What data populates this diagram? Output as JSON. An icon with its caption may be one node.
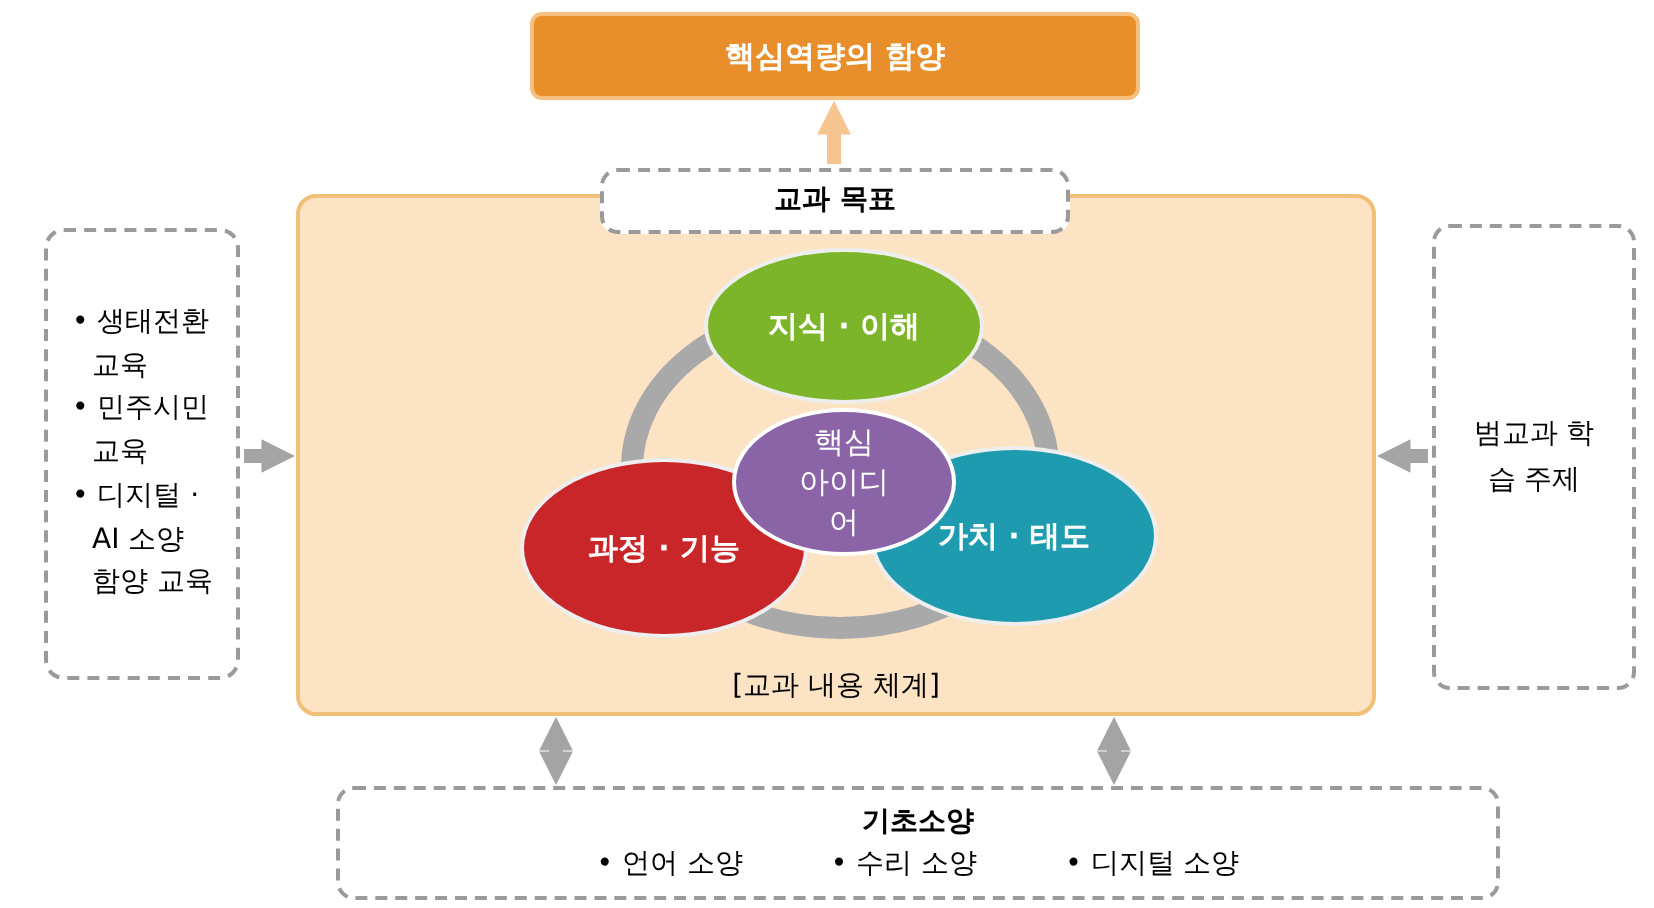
{
  "diagram": {
    "nodes": [
      {
        "text": [
          "핵심역량의 함양"
        ]
      },
      {
        "text": [
          "교과 목표"
        ]
      },
      {
        "text": [
          "• 생태전환 교육",
          "• 민주시민 교육",
          "• 디지털 · AI 소양 함양 교육"
        ]
      },
      {
        "text": [
          "[교과 내용 체계]"
        ]
      },
      {
        "text": [
          "지식 · 이해"
        ],
        "in": 3
      },
      {
        "text": [
          "핵심 아이디어"
        ],
        "in": 3
      },
      {
        "text": [
          "과정 · 기능"
        ],
        "in": 3
      },
      {
        "text": [
          "가치 · 태도"
        ],
        "in": 3
      },
      {
        "text": [
          "범교과 학습 주제"
        ]
      },
      {
        "text": [
          "기초소양",
          "• 언어 소양",
          "• 수리 소양",
          "• 디지털 소양"
        ]
      }
    ],
    "edges": [
      {
        "from": 1,
        "to": 0,
        "arrow": "to",
        "color": "#f6c48e"
      },
      {
        "from": 2,
        "to": 3,
        "arrow": "to"
      },
      {
        "from": 8,
        "to": 3,
        "arrow": "to"
      },
      {
        "from": 3,
        "to": 9,
        "arrow": "both"
      },
      {
        "from": 3,
        "to": 9,
        "arrow": "both"
      }
    ]
  }
}
